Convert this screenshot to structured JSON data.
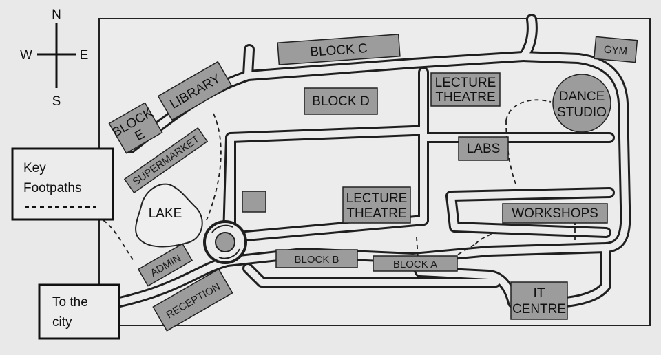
{
  "compass": {
    "n": "N",
    "s": "S",
    "e": "E",
    "w": "W"
  },
  "key": {
    "title": "Key",
    "item": "Footpaths"
  },
  "city": {
    "line1": "To the",
    "line2": "city"
  },
  "buildings": {
    "block_c": "BLOCK C",
    "gym": "GYM",
    "library": "LIBRARY",
    "block_e_1": "BLOCK",
    "block_e_2": "E",
    "block_d": "BLOCK D",
    "lecture_theatre_top_1": "LECTURE",
    "lecture_theatre_top_2": "THEATRE",
    "dance_studio_1": "DANCE",
    "dance_studio_2": "STUDIO",
    "supermarket": "SUPERMARKET",
    "labs": "LABS",
    "lake": "LAKE",
    "lecture_theatre_mid_1": "LECTURE",
    "lecture_theatre_mid_2": "THEATRE",
    "workshops": "WORKSHOPS",
    "admin": "ADMIN",
    "block_b": "BLOCK B",
    "block_a": "BLOCK A",
    "reception": "RECEPTION",
    "it_centre_1": "IT",
    "it_centre_2": "CENTRE"
  },
  "colors": {
    "background": "#e9e9e9",
    "building": "#9c9c9c",
    "road": "#1f1f1f",
    "lake": "#efefef"
  }
}
